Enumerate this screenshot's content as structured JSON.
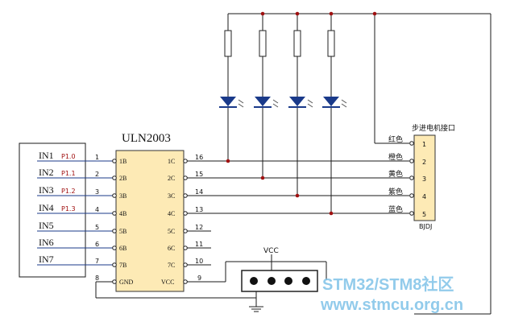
{
  "ic": {
    "title": "ULN2003"
  },
  "inputs": [
    {
      "name": "IN1",
      "port": "P1.0"
    },
    {
      "name": "IN2",
      "port": "P1.1"
    },
    {
      "name": "IN3",
      "port": "P1.2"
    },
    {
      "name": "IN4",
      "port": "P1.3"
    },
    {
      "name": "IN5"
    },
    {
      "name": "IN6"
    },
    {
      "name": "IN7"
    }
  ],
  "left_pins": [
    {
      "num": "1",
      "name": "1B"
    },
    {
      "num": "2",
      "name": "2B"
    },
    {
      "num": "3",
      "name": "3B"
    },
    {
      "num": "4",
      "name": "4B"
    },
    {
      "num": "5",
      "name": "5B"
    },
    {
      "num": "6",
      "name": "6B"
    },
    {
      "num": "7",
      "name": "7B"
    },
    {
      "num": "8",
      "name": "GND"
    }
  ],
  "right_pins": [
    {
      "num": "16",
      "name": "1C"
    },
    {
      "num": "15",
      "name": "2C"
    },
    {
      "num": "14",
      "name": "3C"
    },
    {
      "num": "13",
      "name": "4C"
    },
    {
      "num": "12",
      "name": "5C"
    },
    {
      "num": "11",
      "name": "6C"
    },
    {
      "num": "10",
      "name": "7C"
    },
    {
      "num": "9",
      "name": "VCC"
    }
  ],
  "motor_connector": {
    "title": "步进电机接口",
    "designator": "BJDJ",
    "pins": [
      {
        "num": "1",
        "color": "红色"
      },
      {
        "num": "2",
        "color": "橙色"
      },
      {
        "num": "3",
        "color": "黄色"
      },
      {
        "num": "4",
        "color": "紫色"
      },
      {
        "num": "5",
        "color": "蓝色"
      }
    ]
  },
  "power": {
    "vcc_label": "VCC"
  },
  "watermark": {
    "line1": "STM32/STM8社区",
    "line2": "www.stmcu.org.cn"
  },
  "colors": {
    "ic_fill": "#fdeab5",
    "led": "#1a3a8a",
    "junction": "#a01010",
    "watermark": "#7fc3e8"
  }
}
